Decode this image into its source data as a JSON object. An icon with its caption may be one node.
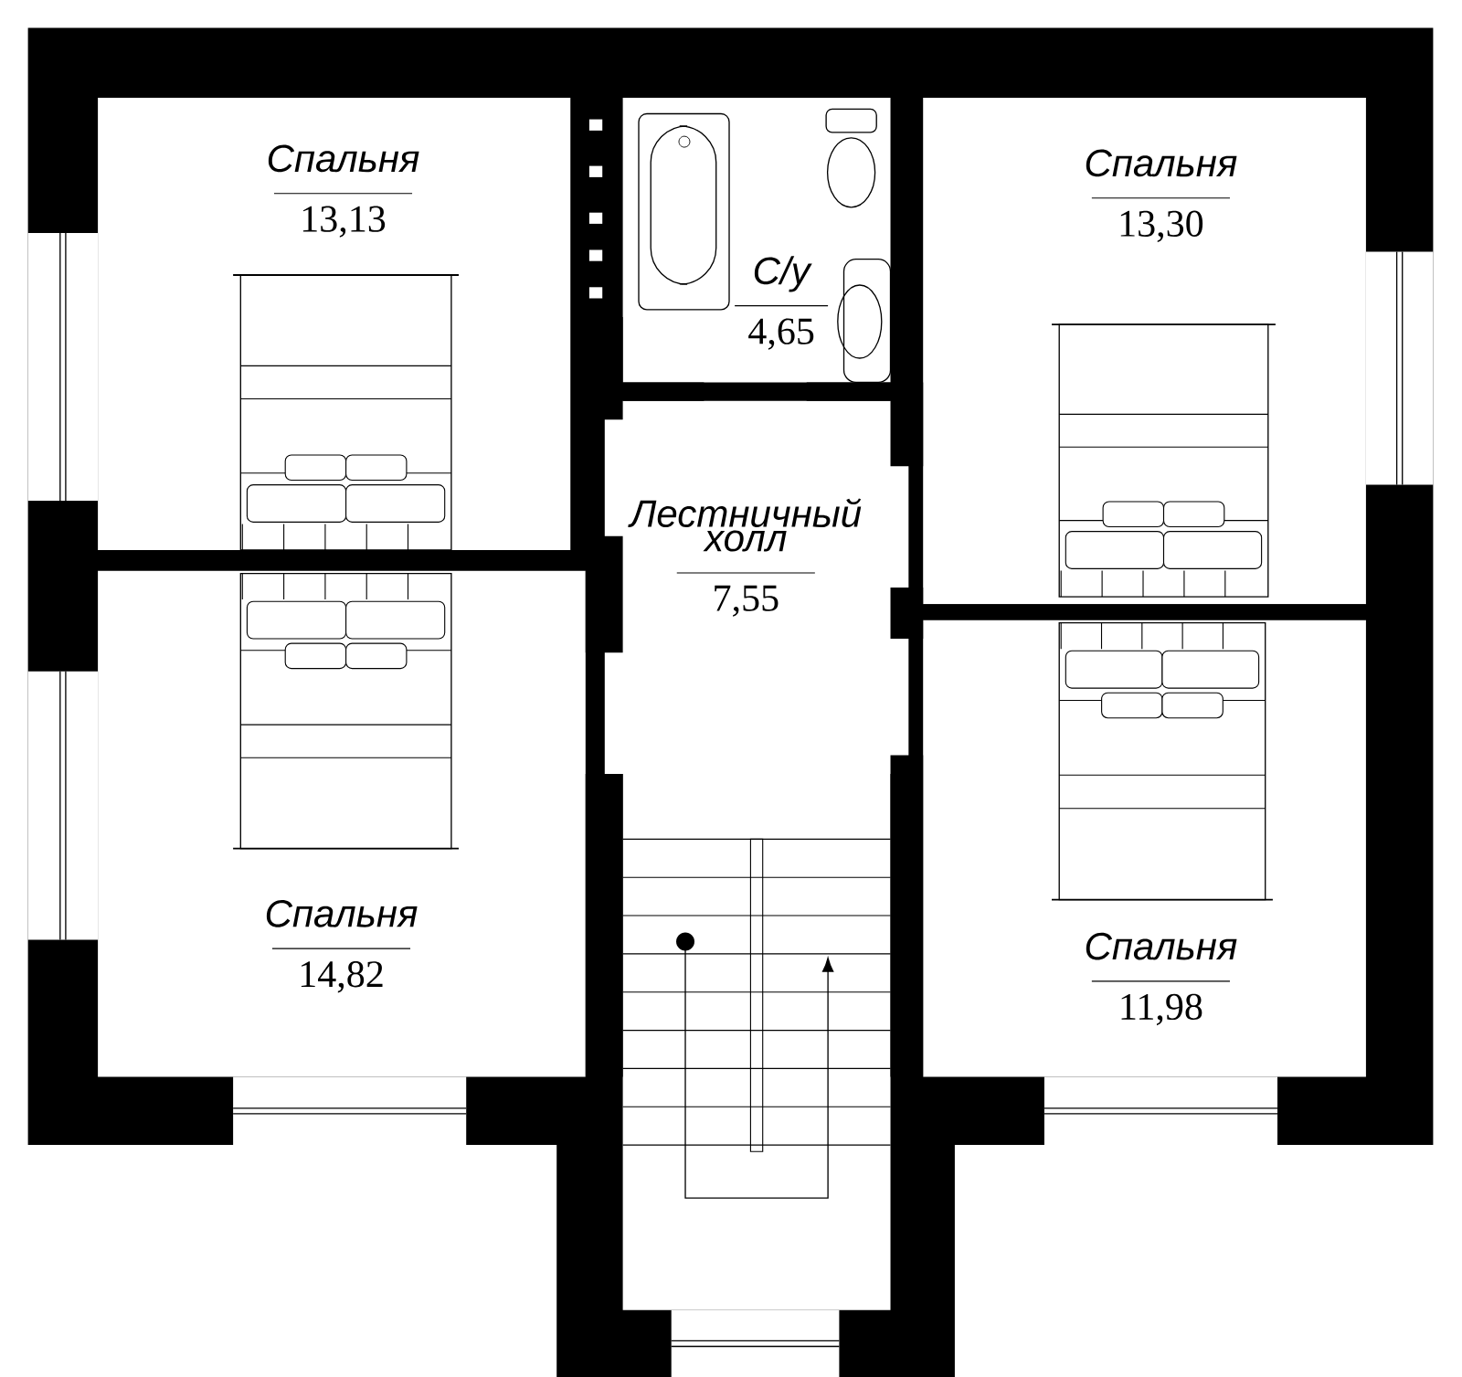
{
  "diagram": {
    "nodes": [
      {
        "text": [
          "Спальня",
          "13,13"
        ]
      },
      {
        "text": [
          "С/у",
          "4,65"
        ]
      },
      {
        "text": [
          "Спальня",
          "13,30"
        ]
      },
      {
        "text": [
          "Лестничный холл",
          "7,55"
        ]
      },
      {
        "text": [
          "Спальня",
          "14,82"
        ]
      },
      {
        "text": [
          "Спальня",
          "11,98"
        ]
      }
    ]
  }
}
